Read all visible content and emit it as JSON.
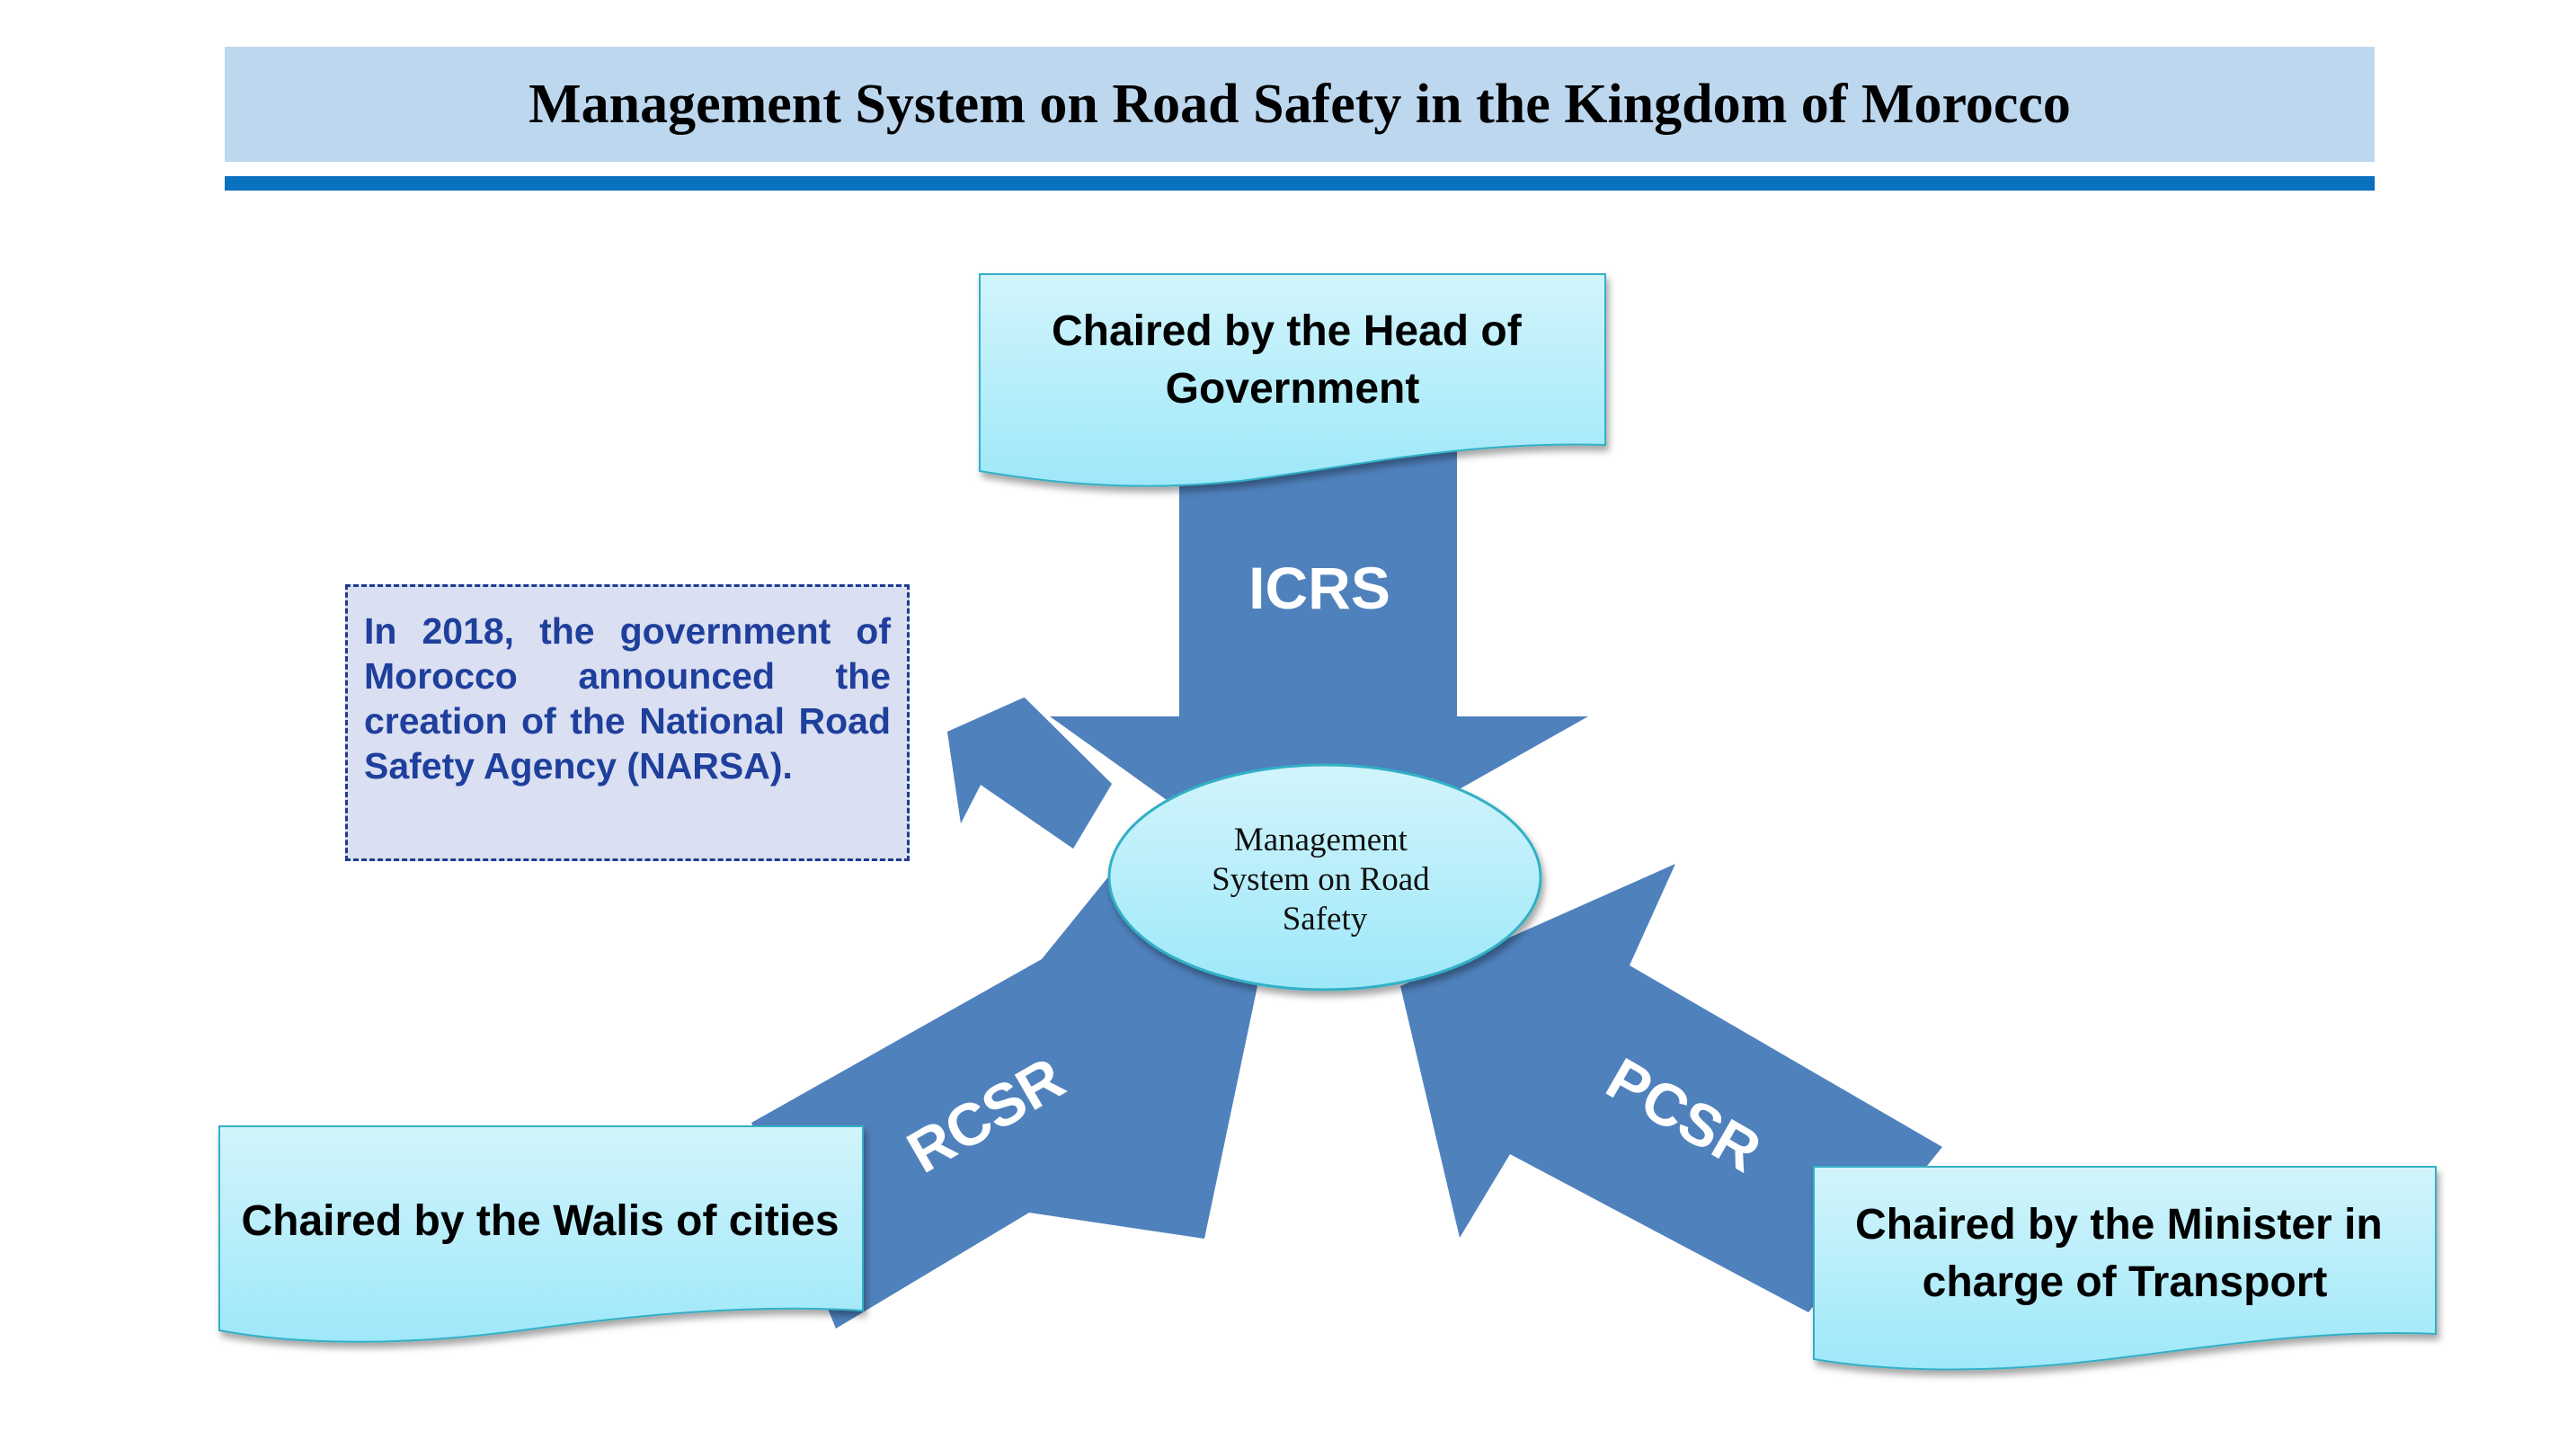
{
  "title": "Management System on Road Safety in the Kingdom of Morocco",
  "center": {
    "lines": [
      "Management",
      "System on Road",
      "Safety"
    ]
  },
  "arrows": {
    "top": "ICRS",
    "left": "RCSR",
    "right": "PCSR"
  },
  "boxes": {
    "top": [
      "Chaired by the Head of",
      "Government"
    ],
    "left": [
      "Chaired by the Walis of cities"
    ],
    "right": [
      "Chaired by the Minister in",
      "charge of Transport"
    ]
  },
  "note": "In 2018, the government of Morocco announced the creation of the National Road Safety Agency (NARSA).",
  "colors": {
    "header_band": "#bdd7ee",
    "header_rule": "#0a70c0",
    "arrow": "#4f81bd",
    "box_fill_top": "#d2f4fb",
    "box_fill_bottom": "#9ee8fa",
    "note_fill": "#dae0f2",
    "note_border": "#1f3a93",
    "note_text": "#1f3f9c"
  }
}
